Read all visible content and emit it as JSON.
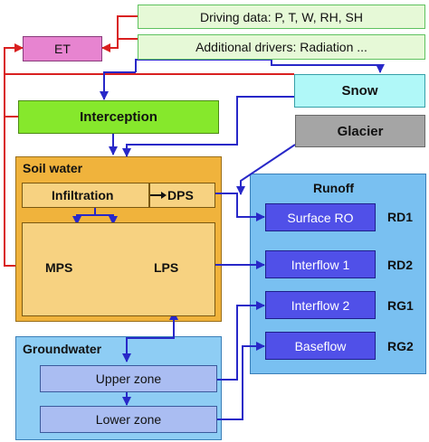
{
  "nodes": {
    "driving_data": "Driving data: P, T, W, RH, SH",
    "additional_drivers": "Additional drivers: Radiation ...",
    "et": "ET",
    "snow": "Snow",
    "interception": "Interception",
    "glacier": "Glacier",
    "soil_water": "Soil water",
    "infiltration": "Infiltration",
    "dps": "DPS",
    "mps": "MPS",
    "lps": "LPS",
    "runoff": "Runoff",
    "surface_ro": "Surface RO",
    "interflow_1": "Interflow 1",
    "interflow_2": "Interflow 2",
    "baseflow": "Baseflow",
    "rd1": "RD1",
    "rd2": "RD2",
    "rg1": "RG1",
    "rg2": "RG2",
    "groundwater": "Groundwater",
    "upper_zone": "Upper zone",
    "lower_zone": "Lower zone"
  },
  "colors": {
    "forcing_fill": "#e6f9d7",
    "forcing_border": "#5ec25e",
    "et_fill": "#e784d0",
    "snow_fill": "#b0f8f8",
    "interception_fill": "#86e82c",
    "glacier_fill": "#a5a5a5",
    "soil_fill": "#f0b33c",
    "soil_inner_fill": "#f7d281",
    "runoff_fill": "#79c0f1",
    "runoff_box_fill": "#5050e8",
    "groundwater_fill": "#8ecdf4",
    "zone_fill": "#aabdf2",
    "arrow_red": "#d92020",
    "arrow_blue": "#2828c8"
  }
}
